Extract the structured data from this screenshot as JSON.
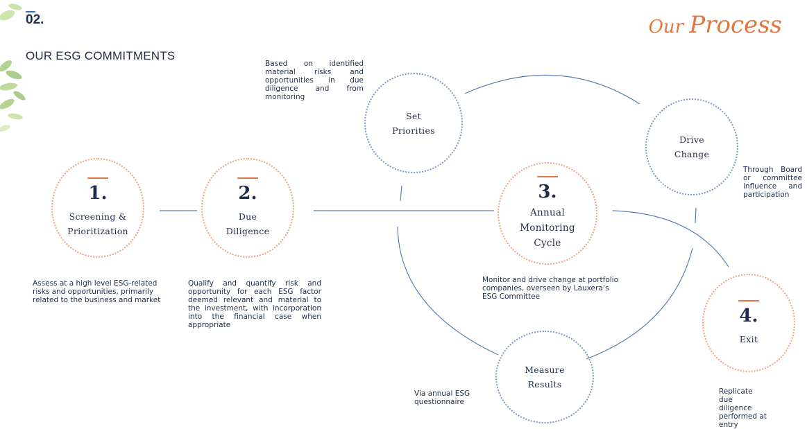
{
  "header": {
    "section_number": "02.",
    "section_title": "OUR ESG COMMITMENTS",
    "page_title_part1": "Our ",
    "page_title_part2": "Process"
  },
  "steps": [
    {
      "number": "1.",
      "label_line1": "Screening &",
      "label_line2": "Prioritization",
      "description": "Assess at a high level ESG-related risks and opportunities, primarily related to the business and market"
    },
    {
      "number": "2.",
      "label_line1": "Due",
      "label_line2": "Diligence",
      "description": "Qualify and quantify risk and opportunity for each ESG factor deemed relevant and material to the investment, with incorporation into the financial case when appropriate"
    },
    {
      "number": "3.",
      "label_line1": "Annual",
      "label_line2": "Monitoring",
      "label_line3": "Cycle",
      "description": "Monitor and drive change at portfolio companies, overseen by Lauxera’s ESG Committee"
    },
    {
      "number": "4.",
      "label_line1": "Exit",
      "description": "Replicate due diligence performed at entry"
    }
  ],
  "cycle": {
    "set_priorities": {
      "label_line1": "Set",
      "label_line2": "Priorities",
      "description": "Based on identified material risks and opportunities in due diligence and from monitoring"
    },
    "drive_change": {
      "label_line1": "Drive",
      "label_line2": "Change",
      "description": "Through Board or committee influence and participation"
    },
    "measure_results": {
      "label_line1": "Measure",
      "label_line2": "Results",
      "description": "Via annual ESG questionnaire"
    }
  },
  "colors": {
    "accent_orange": "#e2763f",
    "navy_text": "#1f2d4a",
    "connector_blue": "#5a7db3",
    "dotted_orange": "#f0a27f",
    "dotted_blue": "#7d97c4"
  }
}
